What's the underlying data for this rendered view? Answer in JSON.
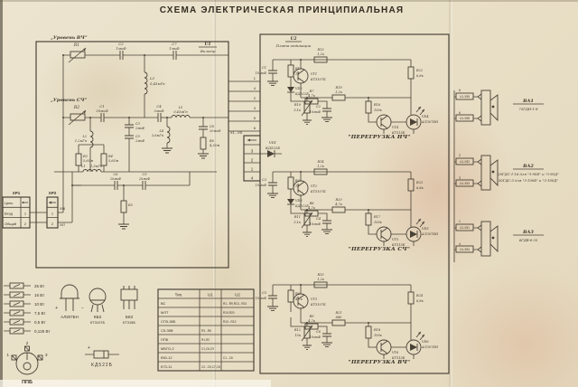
{
  "title": "СХЕМА ЭЛЕКТРИЧЕСКАЯ ПРИНЦИПИАЛЬНАЯ",
  "u1": {
    "ref": "U1",
    "caption": "Фильтр",
    "level_hf": "„Уровень ВЧ”",
    "level_mf": "„Уровень СЧ”",
    "r1": "R1",
    "r2": "R2",
    "c2": {
      "ref": "C2",
      "val": "1мкФ"
    },
    "c7": {
      "ref": "C7",
      "val": "1мкФ"
    },
    "l3": {
      "ref": "L3",
      "val": "0,43мГн"
    },
    "c1": {
      "ref": "C1",
      "val": "20мкФ"
    },
    "c3": {
      "ref": "C3",
      "val": "2мкФ"
    },
    "c5": {
      "ref": "C5",
      "val": "2мкФ"
    },
    "c4": {
      "ref": "C4",
      "val": "2мкФ"
    },
    "l5": {
      "ref": "L5",
      "val": "0,43мГн"
    },
    "l4": {
      "ref": "L4",
      "val": "3,6мГн"
    },
    "l2": {
      "ref": "L2",
      "val": "1,2мГн"
    },
    "c8": {
      "ref": "C8",
      "val": "20мкФ"
    },
    "r6": {
      "ref": "R6",
      "val": "4,3Ом"
    },
    "r3": {
      "ref": "R3",
      "val": "5,6Ом"
    },
    "r4": {
      "ref": "R4",
      "val": "5,6Ом"
    },
    "l1": {
      "ref": "L1",
      "val": "1,3мГн"
    },
    "c6": {
      "ref": "C6",
      "val": "20мкФ"
    },
    "c9": {
      "ref": "C9",
      "val": "20мкФ"
    },
    "r5": {
      "ref": "R5",
      "val": ""
    }
  },
  "xp1": {
    "label": "XP1",
    "circuit": "Цепь",
    "input": "Вход",
    "common": "Общий",
    "pin1": "1",
    "pin2": "2"
  },
  "xp2": {
    "label": "XP2",
    "pin1": "1",
    "pin2": "2"
  },
  "xlinks": {
    "x56": "Х56",
    "x57": "Х57"
  },
  "bus": {
    "pins": [
      "1",
      "4",
      "2",
      "3",
      "5",
      "6"
    ],
    "strip_label": "Х1...Х5",
    "cells": [
      "3",
      "2",
      "1",
      "4"
    ],
    "vd1": {
      "ref": "VD1",
      "val": "КД522Б"
    }
  },
  "u2": {
    "ref": "U2",
    "caption": "Плата индикации",
    "stages": [
      {
        "railR": {
          "ref": "R1",
          "val": "10"
        },
        "diode": {
          "ref": "VD2",
          "val": "КД522Б"
        },
        "leftR": {
          "ref": "R7",
          "val": "4,7к"
        },
        "capA": {
          "ref": "C1",
          "val": "10мкФ"
        },
        "capB": {
          "ref": "C2",
          "val": "10мкФ"
        },
        "topR": {
          "ref": "R13",
          "val": "1,2к"
        },
        "midR": {
          "ref": "R19",
          "val": "1,2к"
        },
        "trim": {
          "ref": "R10",
          "val": "5,1к"
        },
        "vertR": {
          "ref": "R16",
          "val": "100к"
        },
        "rightR": {
          "ref": "R22",
          "val": "6,8к"
        },
        "pnp": {
          "ref": "VT1",
          "val": "КТ3107Б"
        },
        "npn": {
          "ref": "VT4",
          "val": "КТ315Б"
        },
        "led": {
          "ref": "VD4",
          "val": "АЛ307БН"
        },
        "overload": "\"ПЕРЕГРУЗКА НЧ\""
      },
      {
        "railR": {
          "ref": "R3",
          "val": "10"
        },
        "diode": {
          "ref": "VD3",
          "val": "КД522Б"
        },
        "leftR": {
          "ref": "R8",
          "val": "4,7к"
        },
        "capA": {
          "ref": "C3",
          "val": "10мкФ"
        },
        "capB": {
          "ref": "C4",
          "val": "10мкФ"
        },
        "topR": {
          "ref": "R14",
          "val": "1,2к"
        },
        "midR": {
          "ref": "R20",
          "val": "4,7к"
        },
        "trim": {
          "ref": "R11",
          "val": "5,1к"
        },
        "vertR": {
          "ref": "R17",
          "val": "100к"
        },
        "rightR": {
          "ref": "R23",
          "val": "6,8к"
        },
        "pnp": {
          "ref": "VT2",
          "val": "КТ3107Б"
        },
        "npn": {
          "ref": "VT5",
          "val": "КТ315Б"
        },
        "led": {
          "ref": "VD5",
          "val": "АЛ307БН"
        },
        "overload": "\"ПЕРЕГРУЗКА СЧ\""
      },
      {
        "railR": {
          "ref": "R6",
          "val": "4,7к"
        },
        "leftR": {
          "ref": "R9",
          "val": "4,7к"
        },
        "capA": {
          "ref": "C5",
          "val": "10мкФ"
        },
        "capB": {
          "ref": "C6",
          "val": "10мкФ"
        },
        "topR": {
          "ref": "R15",
          "val": "1,2к"
        },
        "midR": {
          "ref": "R21",
          "val": "680"
        },
        "trim": {
          "ref": "R12",
          "val": "15к"
        },
        "vertR": {
          "ref": "R18",
          "val": "100к"
        },
        "rightR": {
          "ref": "R24",
          "val": "6,8к"
        },
        "pnp": {
          "ref": "VT3",
          "val": "КТ3107Б"
        },
        "npn": {
          "ref": "VT6",
          "val": "КТ315Б"
        },
        "led": {
          "ref": "VD6",
          "val": "АЛ307БН"
        },
        "overload": "\"ПЕРЕГРУЗКА ВЧ\""
      }
    ]
  },
  "speakers": [
    {
      "ref": "ВА1",
      "model": "75ГДН-1-8",
      "model2": "",
      "top_pin": "6",
      "bot_pin": "6",
      "top_conn": "U1-X55",
      "bot_conn": "U1-X58"
    },
    {
      "ref": "ВА2",
      "model": "20ГДС-1-16 для \"З-90Б\" и \"З-90Д\"",
      "model2": "30ГДС-3 для \"З-100Б\" и \"З-100Д\"",
      "top_pin": "2",
      "bot_pin": "3",
      "top_conn": "U1-X52",
      "bot_conn": "U1-X53"
    },
    {
      "ref": "ВА3",
      "model": "6ГДВ-6-25",
      "model2": "",
      "top_pin": "1",
      "bot_pin": "4",
      "top_conn": "U1-X51",
      "bot_conn": "U1-X54"
    }
  ],
  "legend": {
    "watt": [
      "25 Вт",
      "15 Вт",
      "10 Вт",
      "7,5 Вт",
      "0,5 Вт",
      "0,125 Вт"
    ],
    "led": {
      "plus": "+",
      "minus": "−",
      "label": "АЛ307БН"
    },
    "pnp_case": {
      "top": "КБЗ",
      "bottom": "КТ3107Б"
    },
    "npn_case": {
      "top": "БКЗ",
      "bottom": "КТ315Б"
    },
    "diode": {
      "plus": "+",
      "label": "КД522Б"
    },
    "pot": {
      "label": "ППБ",
      "pin1": "1",
      "pin2": "2",
      "pin3": "3"
    }
  },
  "table": {
    "headers": [
      "Тип.",
      "U1",
      "U2"
    ],
    "rows": [
      [
        "ВС",
        "",
        "R1...R9,R13...R24"
      ],
      [
        "МЛТ",
        "",
        "R19,R20"
      ],
      [
        "СП3-38Б",
        "",
        "R10...R12"
      ],
      [
        "С5-35В",
        "R3...R6",
        ""
      ],
      [
        "ППБ",
        "R1,R2",
        ""
      ],
      [
        "МБГО-2",
        "С1,С6,С9",
        ""
      ],
      [
        "К50-12",
        "",
        "С1...С6"
      ],
      [
        "К73-11",
        "С2...С5,С7,С8",
        ""
      ]
    ]
  }
}
